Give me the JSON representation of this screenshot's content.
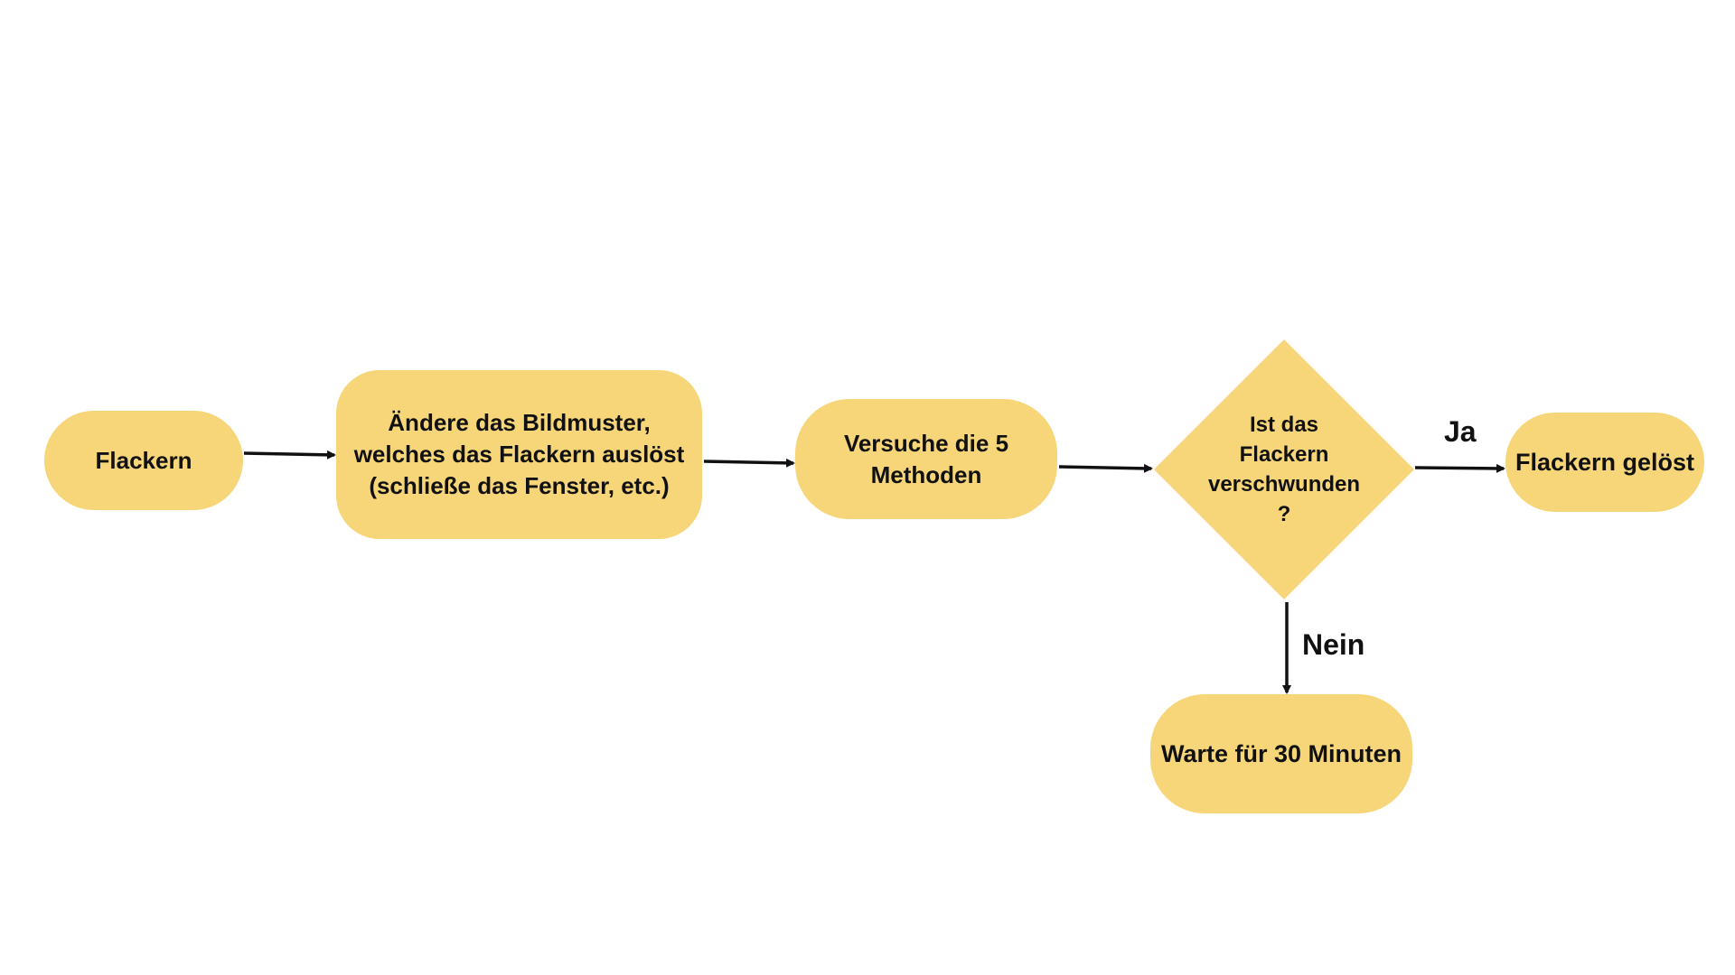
{
  "colors": {
    "node_fill": "#f7d67a",
    "connector": "#111111",
    "background": "#ffffff",
    "text": "#111111"
  },
  "nodes": {
    "start": {
      "shape": "terminal",
      "lines": [
        "Flackern"
      ]
    },
    "step1": {
      "shape": "process",
      "lines": [
        "Ändere das Bildmuster,",
        "welches das Flackern auslöst",
        "(schließe das Fenster, etc.)"
      ]
    },
    "step2": {
      "shape": "process",
      "lines": [
        "Versuche die 5",
        "Methoden"
      ]
    },
    "decision": {
      "shape": "decision",
      "lines": [
        "Ist das",
        "Flackern",
        "verschwunden",
        "?"
      ]
    },
    "solved": {
      "shape": "terminal",
      "lines": [
        "Flackern gelöst"
      ]
    },
    "wait": {
      "shape": "process",
      "lines": [
        "Warte für 30 Minuten"
      ]
    }
  },
  "edges": [
    {
      "from": "start",
      "to": "step1",
      "label": ""
    },
    {
      "from": "step1",
      "to": "step2",
      "label": ""
    },
    {
      "from": "step2",
      "to": "decision",
      "label": ""
    },
    {
      "from": "decision",
      "to": "solved",
      "label": "Ja"
    },
    {
      "from": "decision",
      "to": "wait",
      "label": "Nein"
    }
  ]
}
